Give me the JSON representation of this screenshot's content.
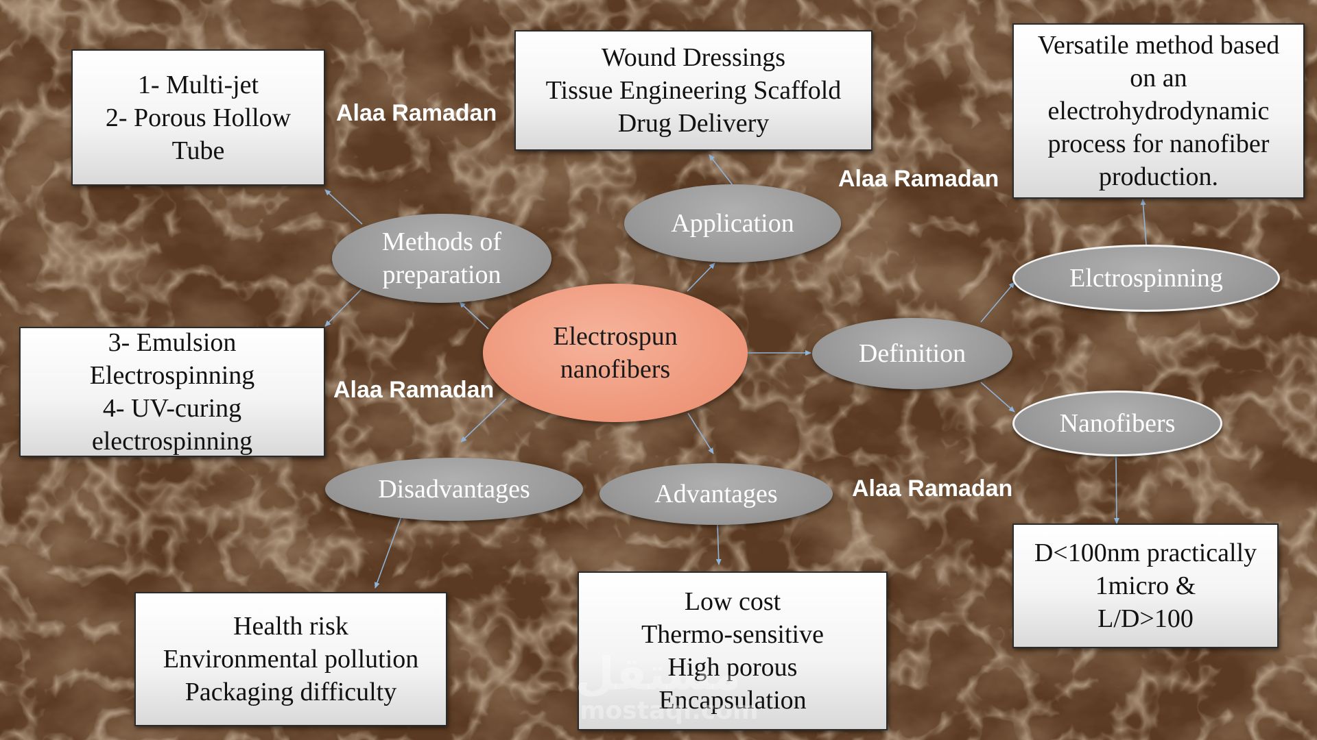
{
  "colors": {
    "background": "#4a2f1c",
    "oval_fill": "#9c9c9c",
    "center_fill": "#ef9a7e",
    "arrow": "#8fb3d9",
    "watermark_text": "#ffffff"
  },
  "center": {
    "label": [
      "Electrospun",
      "nanofibers"
    ]
  },
  "nodes": {
    "methods": [
      "Methods of",
      "preparation"
    ],
    "application": [
      "Application"
    ],
    "definition": [
      "Definition"
    ],
    "disadvantages": [
      "Disadvantages"
    ],
    "advantages": [
      "Advantages"
    ],
    "electrospinning": [
      "Elctrospinning"
    ],
    "nanofibers": [
      "Nanofibers"
    ]
  },
  "boxes": {
    "methods_top": [
      "1- Multi-jet",
      "2- Porous Hollow",
      "Tube"
    ],
    "methods_bottom": [
      "3- Emulsion",
      "Electrospinning",
      "4- UV-curing",
      "electrospinning"
    ],
    "applications": [
      "Wound Dressings",
      "Tissue Engineering Scaffold",
      "Drug Delivery"
    ],
    "electrospinning_def": [
      "Versatile method based",
      "on an",
      "electrohydrodynamic",
      "process for nanofiber",
      "production."
    ],
    "nanofibers_def": [
      "D<100nm practically",
      "1micro &",
      "L/D>100"
    ],
    "disadvantages_list": [
      "Health risk",
      "Environmental pollution",
      "Packaging difficulty"
    ],
    "advantages_list": [
      "Low cost",
      "Thermo-sensitive",
      "High porous",
      "Encapsulation"
    ]
  },
  "watermarks": {
    "w1": "Alaa Ramadan",
    "w2": "Alaa Ramadan",
    "w3": "Alaa Ramadan",
    "w4": "Alaa Ramadan"
  },
  "logo": {
    "arabic": "مستقل",
    "latin": "mostaql.com"
  }
}
